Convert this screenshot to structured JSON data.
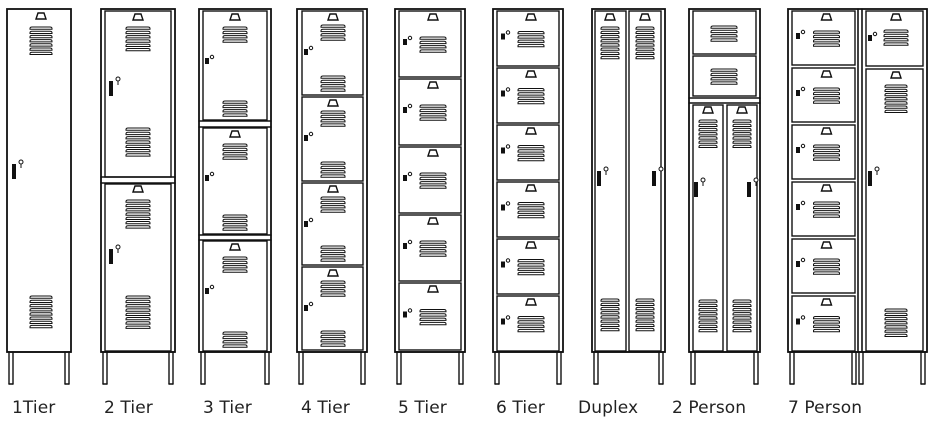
{
  "colors": {
    "line": "#111111",
    "background": "#ffffff",
    "text": "#222222"
  },
  "lockers": [
    {
      "id": "1tier",
      "label": "1Tier",
      "style": "1 tier"
    },
    {
      "id": "2tier",
      "label": "2 Tier",
      "style": "2 tier"
    },
    {
      "id": "3tier",
      "label": "3 Tier",
      "style": "3 tier"
    },
    {
      "id": "4tier",
      "label": "4 Tier",
      "style": "4 tier"
    },
    {
      "id": "5tier",
      "label": "5 Tier",
      "style": "5 tier"
    },
    {
      "id": "6tier",
      "label": "6 Tier",
      "style": "6 tier"
    },
    {
      "id": "duplex",
      "label": "Duplex",
      "style": "duplex"
    },
    {
      "id": "2person",
      "label": "2 Person",
      "style": "2 person"
    },
    {
      "id": "7person",
      "label": "7 Person",
      "style": "7 person"
    }
  ]
}
